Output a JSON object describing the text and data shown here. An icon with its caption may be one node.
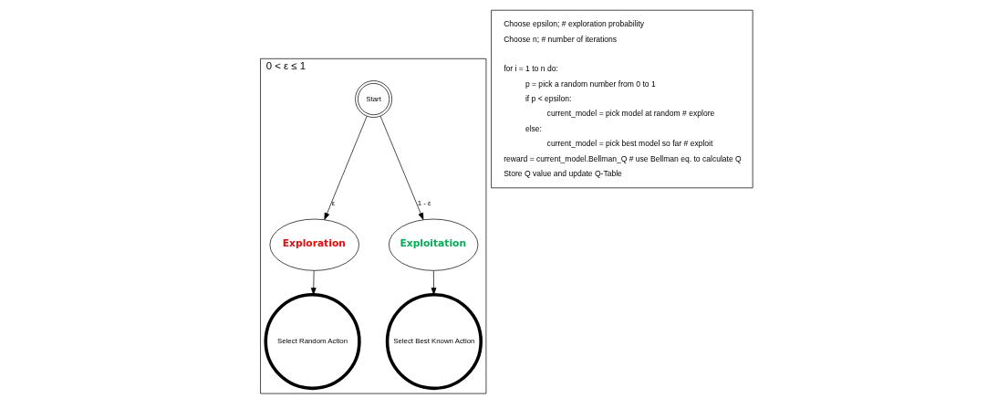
{
  "diagram": {
    "nodes": [
      {
        "text": [
          "0 < ε ≤ 1"
        ]
      },
      {
        "text": [
          "Start"
        ],
        "in": 0
      },
      {
        "text": [
          "Exploration"
        ],
        "in": 0
      },
      {
        "text": [
          "Exploitation"
        ],
        "in": 0
      },
      {
        "text": [
          "Select Random Action"
        ],
        "in": 0
      },
      {
        "text": [
          "Select Best Known Action"
        ],
        "in": 0
      },
      {
        "text": [
          "Choose epsilon; # exploration probability",
          "Choose n; # number of iterations",
          "for i = 1 to n do:",
          "p = pick a random number from 0 to 1",
          "if p < epsilon:",
          "current_model = pick model at random # explore",
          "else:",
          "current_model = pick best model so far # exploit",
          "reward = current_model.Bellman_Q # use Bellman eq. to calculate Q",
          "Store Q value and update Q-Table"
        ]
      }
    ],
    "edges": [
      {
        "from": 1,
        "to": 2,
        "arrow": "to",
        "label": "ε"
      },
      {
        "from": 1,
        "to": 3,
        "arrow": "to",
        "label": "1 - ε"
      },
      {
        "from": 2,
        "to": 4,
        "arrow": "to"
      },
      {
        "from": 3,
        "to": 5,
        "arrow": "to"
      }
    ]
  }
}
